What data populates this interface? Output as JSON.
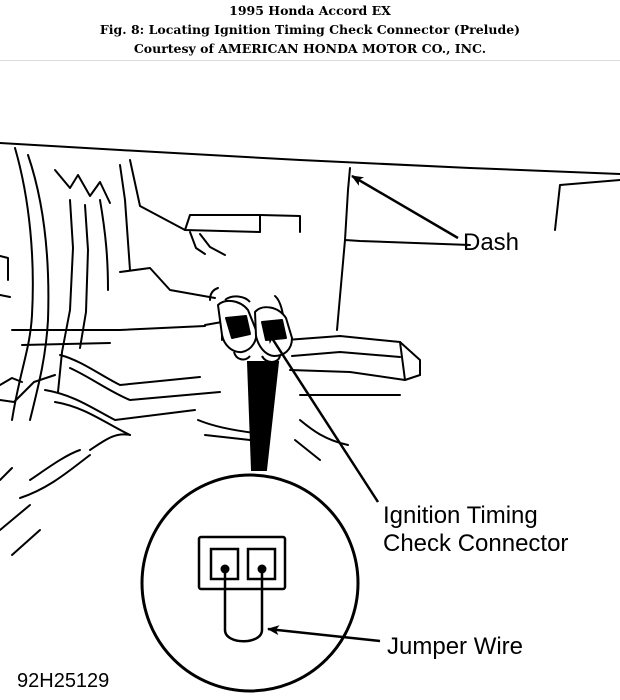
{
  "header": {
    "line1": "1995 Honda Accord EX",
    "line2": "Fig. 8: Locating Ignition Timing Check Connector (Prelude)",
    "line3": "Courtesy of AMERICAN HONDA MOTOR CO., INC."
  },
  "figure": {
    "labels": {
      "dash": "Dash",
      "connector_line1": "Ignition Timing",
      "connector_line2": "Check Connector",
      "jumper": "Jumper Wire"
    },
    "figure_code": "92H25129"
  }
}
